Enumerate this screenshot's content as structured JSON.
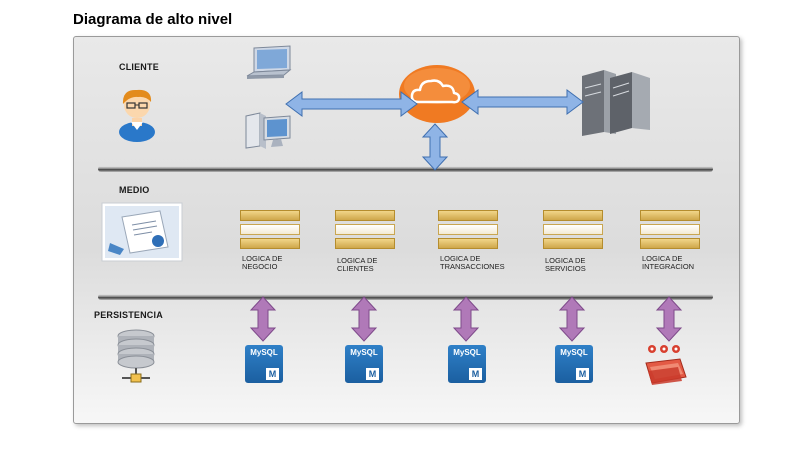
{
  "title": "Diagrama de alto nivel",
  "sections": {
    "cliente": "CLIENTE",
    "medio": "MEDIO",
    "persistencia": "PERSISTENCIA"
  },
  "components": [
    {
      "line1": "LOGICA DE",
      "line2": "NEGOCIO"
    },
    {
      "line1": "LOGICA DE",
      "line2": "CLIENTES"
    },
    {
      "line1": "LOGICA DE",
      "line2": "TRANSACCIONES"
    },
    {
      "line1": "LOGICA DE",
      "line2": "SERVICIOS"
    },
    {
      "line1": "LOGICA DE",
      "line2": "INTEGRACION"
    }
  ],
  "databases": [
    {
      "label": "MySQL",
      "badge": "M"
    },
    {
      "label": "MySQL",
      "badge": "M"
    },
    {
      "label": "MySQL",
      "badge": "M"
    },
    {
      "label": "MySQL",
      "badge": "M"
    }
  ],
  "icons": [
    "user-icon",
    "laptop-icon",
    "desktop-icon",
    "cloud-icon",
    "server-icon",
    "document-icon",
    "database-icon",
    "integration-icon"
  ],
  "colors": {
    "cloud": "#f07a22",
    "arrow_blue": "#8fb4e6",
    "arrow_purple": "#b079b8",
    "bar_gold": "#d9b25a",
    "mysql_blue": "#1b6cb4"
  }
}
